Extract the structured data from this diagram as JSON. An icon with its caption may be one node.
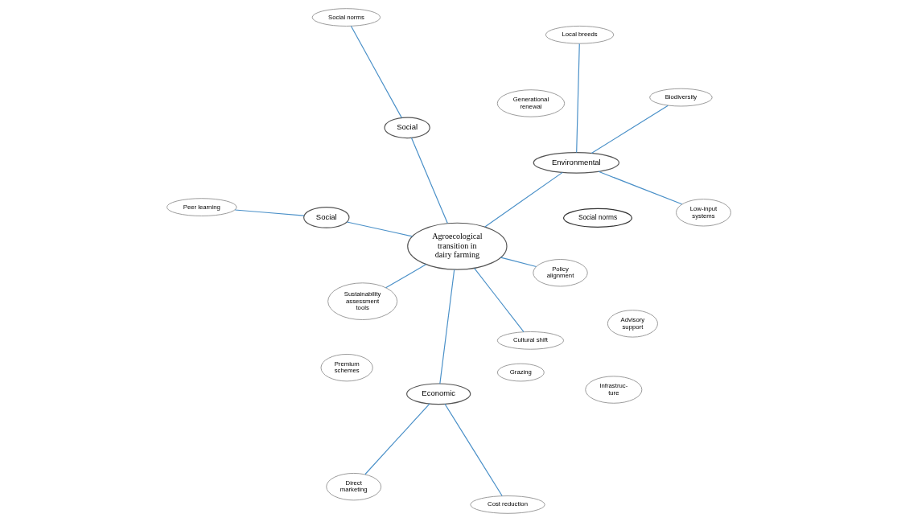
{
  "diagram": {
    "nodes": [
      {
        "text": [
          "Agroecological transition in dairy farming"
        ]
      },
      {
        "text": [
          "Environmental"
        ]
      },
      {
        "text": [
          "Low-input systems"
        ]
      },
      {
        "text": [
          "Local breeds"
        ]
      },
      {
        "text": [
          "Grazing"
        ]
      },
      {
        "text": [
          "Biodiversity"
        ]
      },
      {
        "text": [
          "Social norms"
        ]
      },
      {
        "text": [
          "Economic"
        ]
      },
      {
        "text": [
          "Direct marketing"
        ]
      },
      {
        "text": [
          "Premium schemes"
        ]
      },
      {
        "text": [
          "Infrastruc- ture"
        ]
      },
      {
        "text": [
          "Cost reduction"
        ]
      },
      {
        "text": [
          "Sustainability assessment tools"
        ]
      },
      {
        "text": [
          "Cultural shift"
        ]
      },
      {
        "text": [
          "Social"
        ]
      },
      {
        "text": [
          "Advisory support"
        ]
      },
      {
        "text": [
          "Peer learning"
        ]
      },
      {
        "text": [
          "Policy alignment"
        ]
      },
      {
        "text": [
          "Social"
        ]
      },
      {
        "text": [
          "Generational renewal"
        ]
      },
      {
        "text": [
          "Social norms"
        ]
      }
    ],
    "edges": [
      {
        "from": 0,
        "to": 1,
        "arrow": "none"
      },
      {
        "from": 0,
        "to": 7,
        "arrow": "none"
      },
      {
        "from": 0,
        "to": 12,
        "arrow": "none"
      },
      {
        "from": 0,
        "to": 13,
        "arrow": "none"
      },
      {
        "from": 0,
        "to": 14,
        "arrow": "none"
      },
      {
        "from": 0,
        "to": 17,
        "arrow": "none"
      },
      {
        "from": 0,
        "to": 18,
        "arrow": "none"
      },
      {
        "from": 1,
        "to": 2,
        "arrow": "none"
      },
      {
        "from": 1,
        "to": 3,
        "arrow": "none"
      },
      {
        "from": 1,
        "to": 5,
        "arrow": "none"
      },
      {
        "from": 7,
        "to": 8,
        "arrow": "none"
      },
      {
        "from": 7,
        "to": 11,
        "arrow": "none"
      },
      {
        "from": 14,
        "to": 16,
        "arrow": "none"
      },
      {
        "from": 18,
        "to": 20,
        "arrow": "none"
      }
    ]
  }
}
